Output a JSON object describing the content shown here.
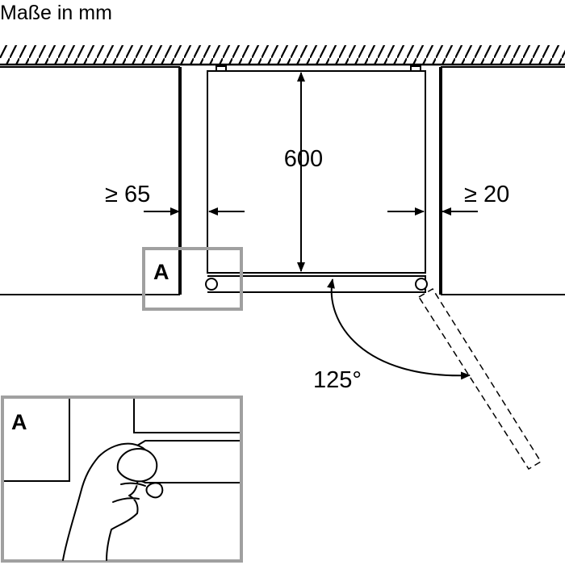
{
  "diagram": {
    "title": "Maße in mm",
    "dimensions": {
      "height": "600",
      "left_clearance": "≥ 65",
      "right_clearance": "≥ 20",
      "door_angle": "125°"
    },
    "detail": {
      "callout_label": "A",
      "inset_label": "A"
    },
    "colors": {
      "line": "#000000",
      "callout_box": "#a0a0a0"
    }
  }
}
